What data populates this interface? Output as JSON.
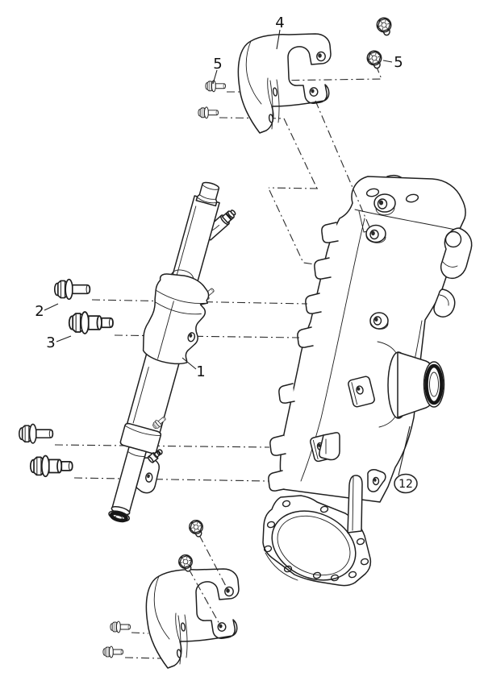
{
  "figure": {
    "type": "exploded-parts-line-drawing",
    "background_color": "#ffffff",
    "line_color": "#1f1f1f",
    "callouts": {
      "c1": {
        "label": "1"
      },
      "c2": {
        "label": "2"
      },
      "c3": {
        "label": "3"
      },
      "c4": {
        "label": "4"
      },
      "c5a": {
        "label": "5"
      },
      "c5b": {
        "label": "5"
      },
      "c12": {
        "label": "12",
        "style": "circled"
      }
    }
  }
}
